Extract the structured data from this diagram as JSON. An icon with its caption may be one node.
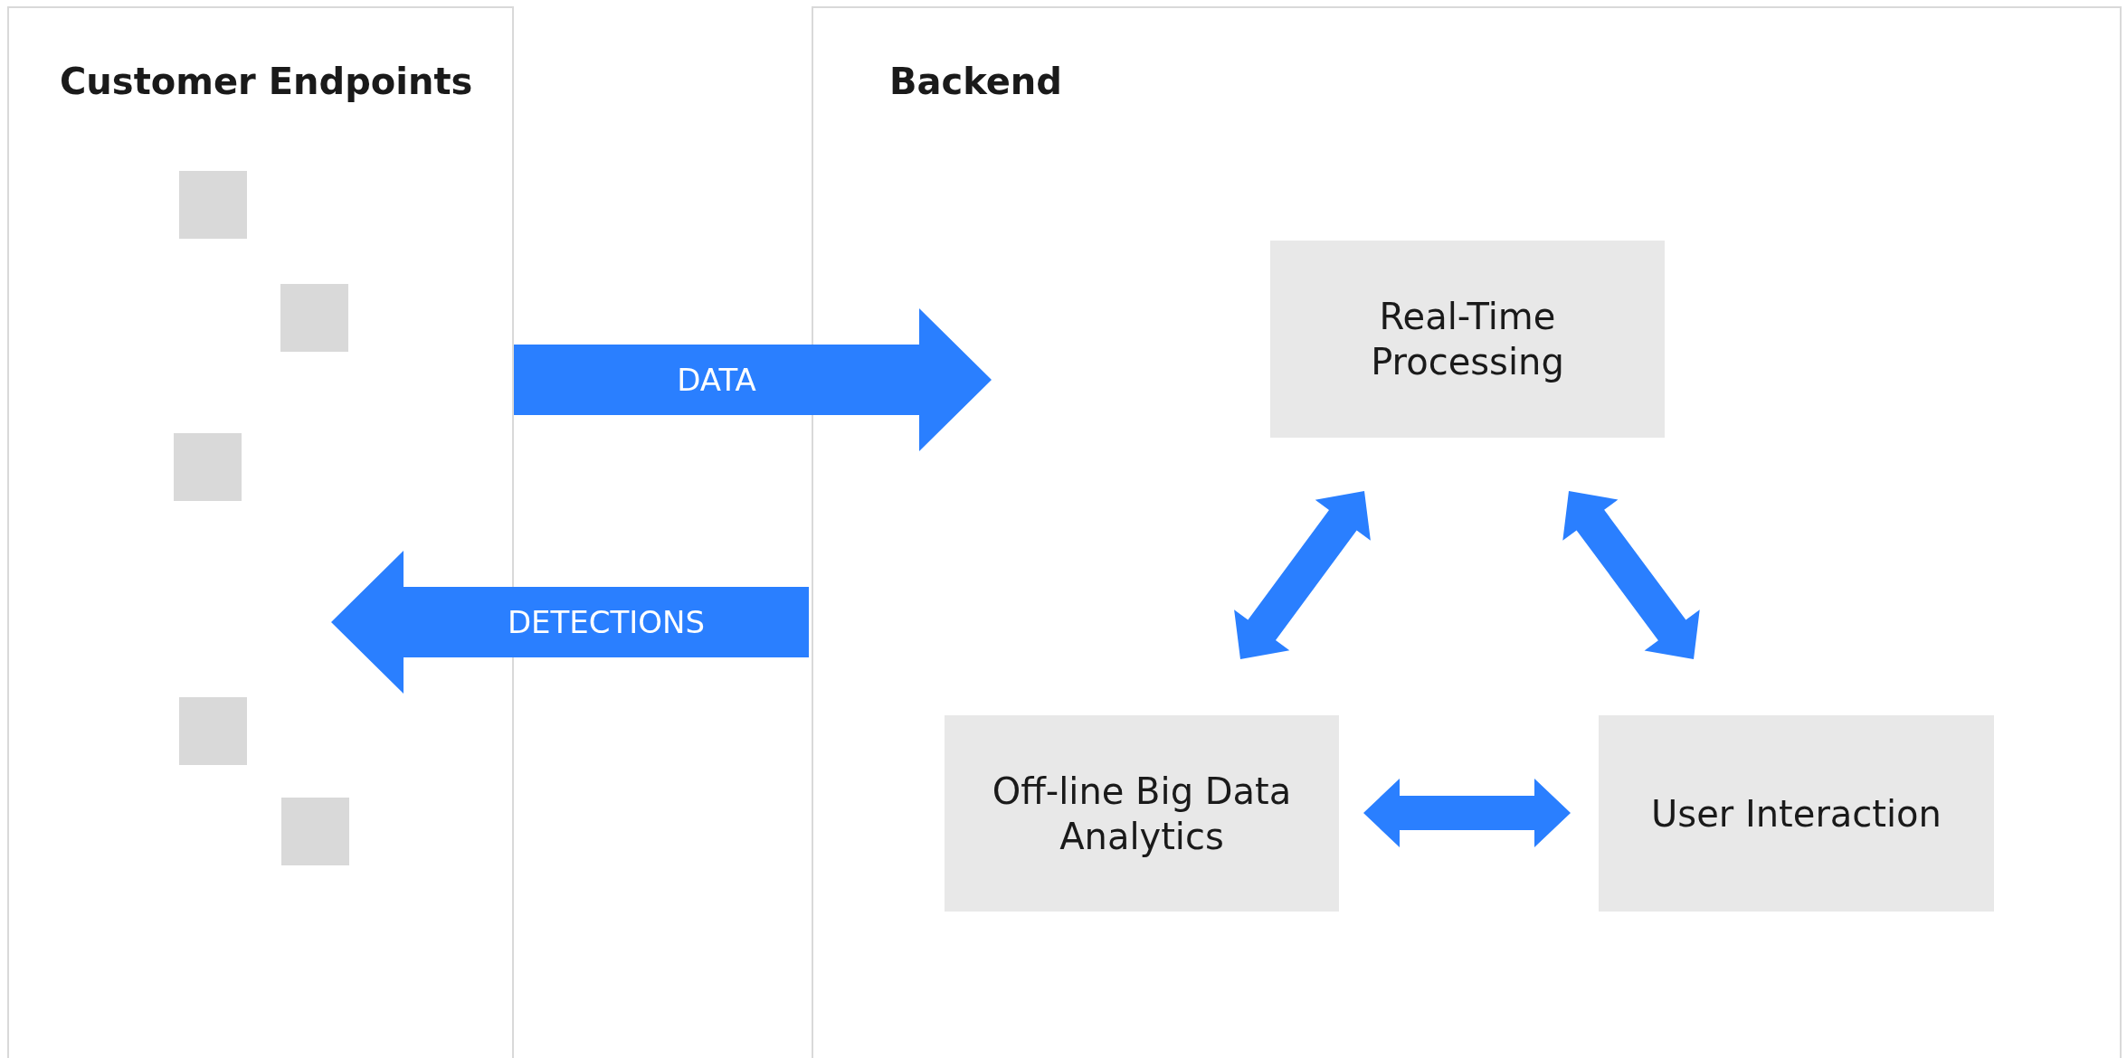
{
  "diagram": {
    "nodes": [
      {
        "text": [
          "Customer Endpoints"
        ]
      },
      {
        "text": [
          "Backend"
        ]
      },
      {
        "text": [
          "Real-Time Processing"
        ],
        "in": 1
      },
      {
        "text": [
          "Off-line Big Data Analytics"
        ],
        "in": 1
      },
      {
        "text": [
          "User Interaction"
        ],
        "in": 1
      },
      {
        "text": [],
        "shape": "box",
        "in": 0
      },
      {
        "text": [],
        "shape": "box",
        "in": 0
      },
      {
        "text": [],
        "shape": "box",
        "in": 0
      },
      {
        "text": [],
        "shape": "box",
        "in": 0
      },
      {
        "text": [],
        "shape": "box",
        "in": 0
      }
    ],
    "edges": [
      {
        "from": 0,
        "to": 1,
        "arrow": "to",
        "label": "DATA",
        "style": "thick"
      },
      {
        "from": 1,
        "to": 0,
        "arrow": "to",
        "label": "DETECTIONS",
        "style": "thick"
      },
      {
        "from": 2,
        "to": 3,
        "arrow": "both"
      },
      {
        "from": 2,
        "to": 4,
        "arrow": "both"
      },
      {
        "from": 3,
        "to": 4,
        "arrow": "both"
      }
    ]
  }
}
